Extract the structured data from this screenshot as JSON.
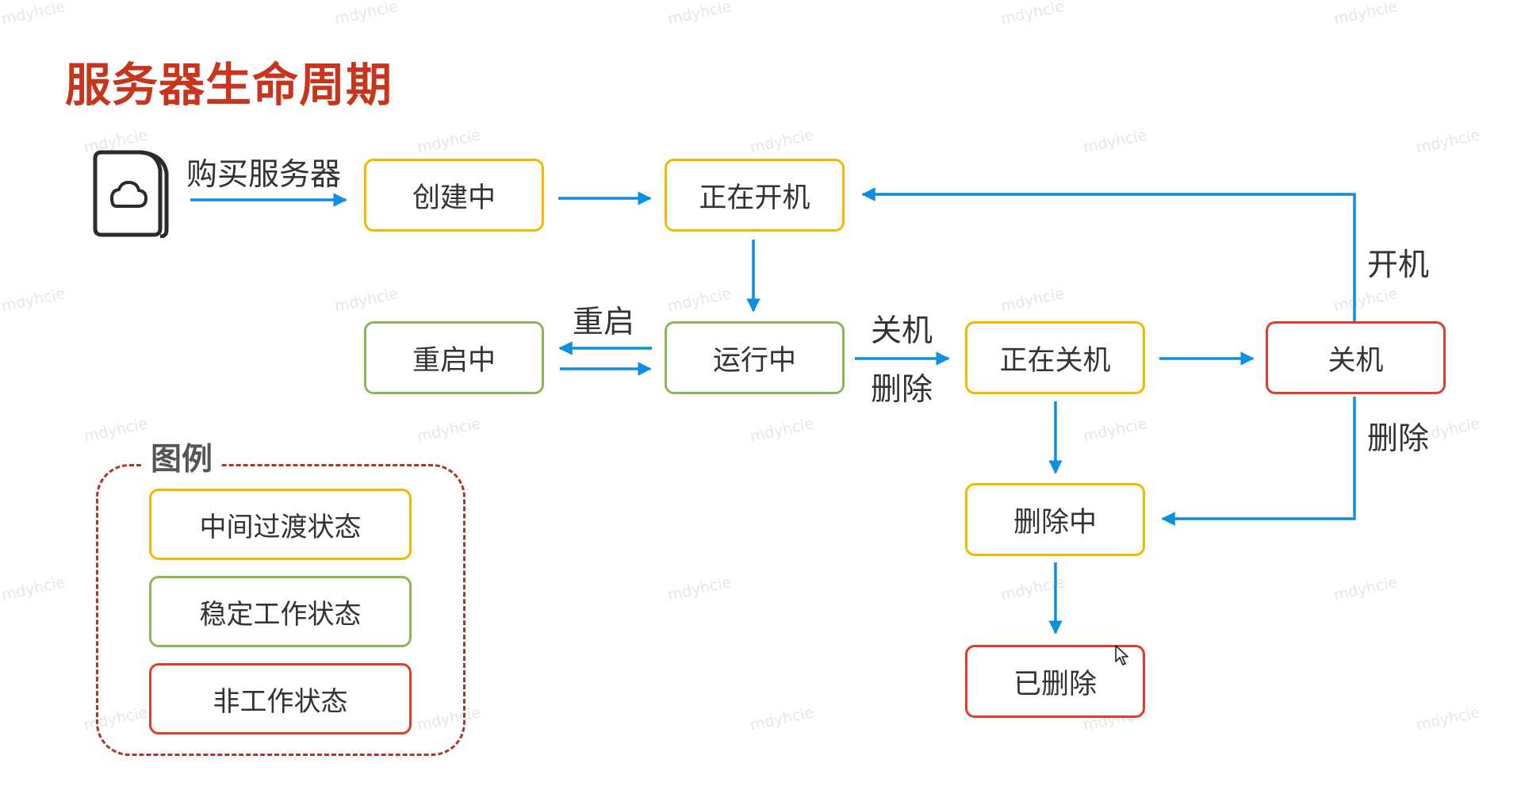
{
  "title": "服务器生命周期",
  "watermark": "mdyhcie",
  "colors": {
    "title": "#c7351c",
    "arrow": "#0b8fe0",
    "transition_border": "#f5b700",
    "stable_border": "#8cb65a",
    "off_border": "#e03c2a",
    "legend_border": "#a8392a"
  },
  "icon": "cloud-server-icon",
  "buy_label": "购买服务器",
  "nodes": {
    "creating": "创建中",
    "starting": "正在开机",
    "running": "运行中",
    "restarting": "重启中",
    "stopping": "正在关机",
    "stopped": "关机",
    "deleting": "删除中",
    "deleted": "已删除"
  },
  "edge_labels": {
    "restart": "重启",
    "shutdown": "关机",
    "delete": "删除",
    "power_on": "开机",
    "delete_from_stopped": "删除"
  },
  "legend": {
    "title": "图例",
    "items": {
      "transition": "中间过渡状态",
      "stable": "稳定工作状态",
      "off": "非工作状态"
    }
  }
}
